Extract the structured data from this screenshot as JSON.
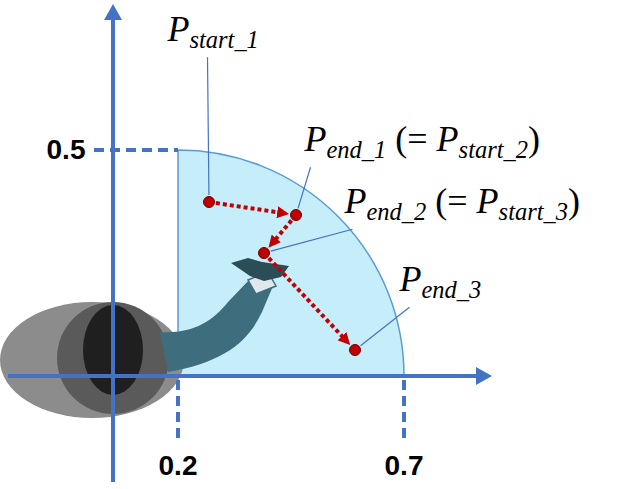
{
  "diagram": {
    "nodes": [
      {
        "text": [
          "Pstart_1"
        ]
      },
      {
        "text": [
          "Pend_1 (= Pstart_2)"
        ]
      },
      {
        "text": [
          "Pend_2 (= Pstart_3)"
        ]
      },
      {
        "text": [
          "Pend_3"
        ]
      }
    ],
    "edges": [
      {
        "from": 0,
        "to": 1,
        "arrow": "to"
      },
      {
        "from": 1,
        "to": 2,
        "arrow": "to"
      },
      {
        "from": 2,
        "to": 3,
        "arrow": "to"
      }
    ],
    "labels": [
      "0.5",
      "0.2",
      "0.7"
    ]
  }
}
